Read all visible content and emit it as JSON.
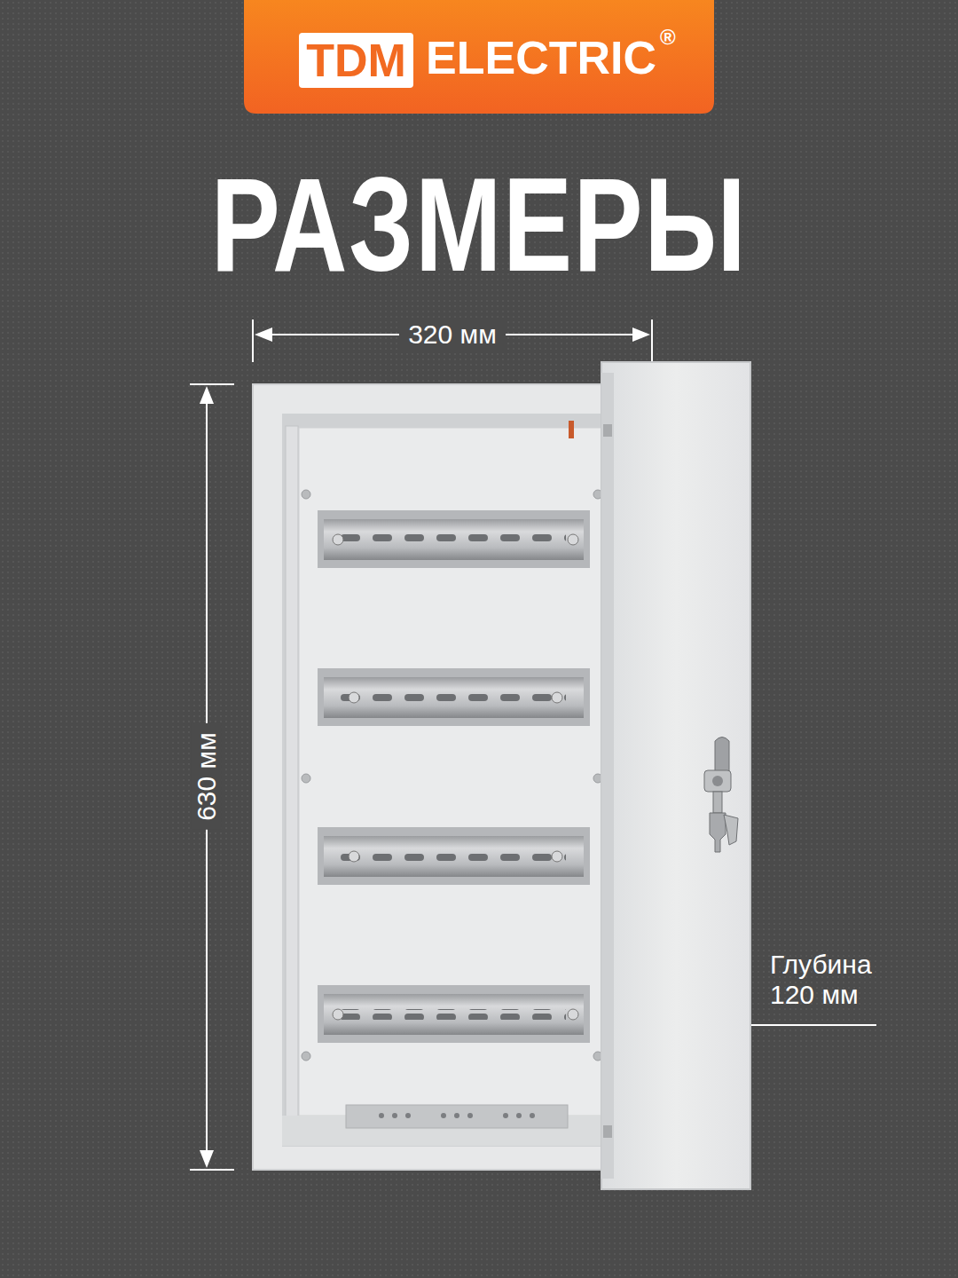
{
  "diagram": {
    "title": "РАЗМЕРЫ",
    "nodes": [
      {
        "text": [
          "ELECTRIC",
          "®"
        ]
      },
      {
        "text": [
          "TDM"
        ],
        "in": 0
      }
    ],
    "labels": [
      "320 мм",
      "630 мм",
      "Глубина 120 мм"
    ]
  }
}
